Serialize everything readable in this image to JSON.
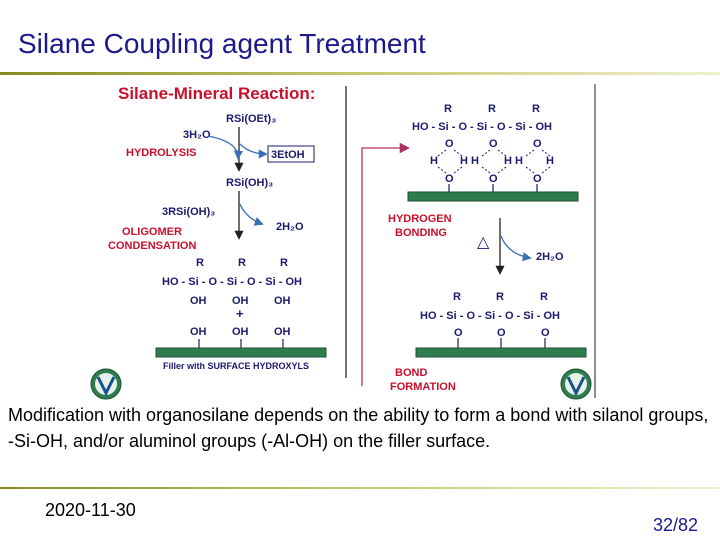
{
  "slide": {
    "title": "Silane Coupling agent Treatment",
    "body": "Modification with organosilane depends on the ability to form a bond with silanol groups, -Si-OH, and/or aluminol groups (-Al-OH) on the filler surface.",
    "date": "2020-11-30",
    "page": "32/82"
  },
  "figure": {
    "heading": "Silane-Mineral Reaction:",
    "rsioet3": "RSi(OEt)₃",
    "h2o3": "3H₂O",
    "hydrolysis": "HYDROLYSIS",
    "etoh3": "3EtOH",
    "rsioh3": "RSi(OH)₃",
    "rsioh3_3": "3RSi(OH)₃",
    "oligomer1": "OLIGOMER",
    "oligomer2": "CONDENSATION",
    "h2o2": "2H₂O",
    "r": "R",
    "chain": "HO - Si - O - Si - O - Si - OH",
    "oh": "OH",
    "plus": "+",
    "filler_caption": "Filler with SURFACE HYDROXYLS",
    "hbond1": "HYDROGEN",
    "hbond2": "BONDING",
    "delta": "△",
    "h2o2b": "2H₂O",
    "bond1": "BOND",
    "bond2": "FORMATION",
    "o": "O",
    "h": "H",
    "hh": "H H",
    "colors": {
      "red": "#c8102e",
      "navy": "#1a1a6e",
      "bar": "#2e7d4f",
      "arrow": "#3a6fb8",
      "link": "#b03060"
    }
  }
}
